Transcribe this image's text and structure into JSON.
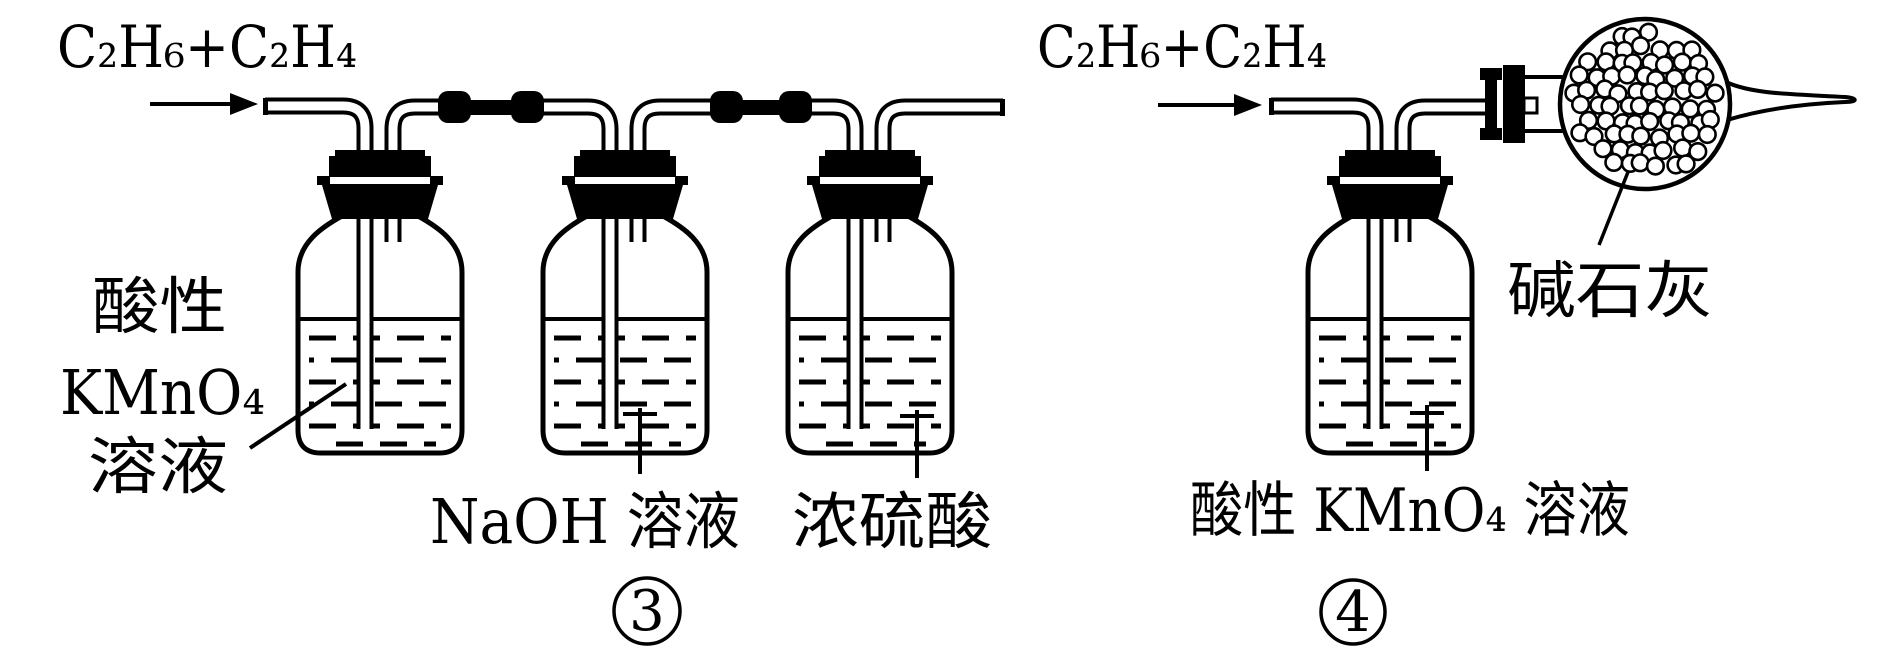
{
  "diagram": {
    "left": {
      "gas_inlet_label": "C₂H₆+C₂H₄",
      "bottle1_label_lines": [
        "酸性",
        "KMnO₄",
        "溶液"
      ],
      "bottle2_label": "NaOH 溶液",
      "bottle3_label": "浓硫酸",
      "apparatus_number": "3"
    },
    "right": {
      "gas_inlet_label": "C₂H₆+C₂H₄",
      "bulb_label": "碱石灰",
      "bottle_label": "酸性 KMnO₄ 溶液",
      "apparatus_number": "4"
    },
    "colors": {
      "ink": "#000000",
      "background": "#ffffff"
    }
  }
}
